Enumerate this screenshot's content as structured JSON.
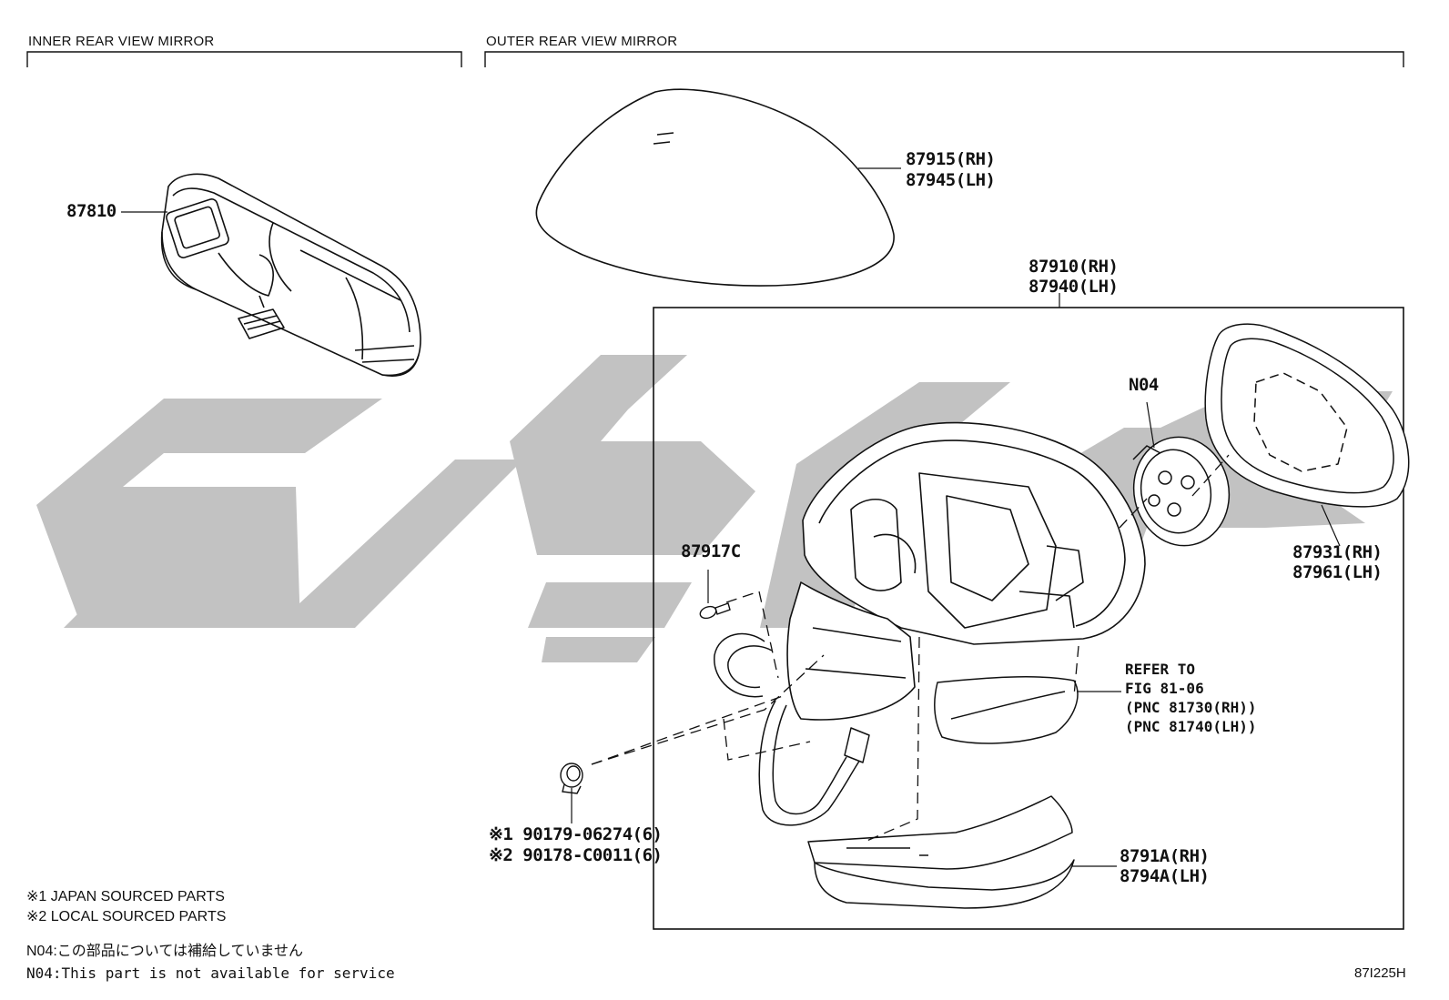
{
  "sections": {
    "inner": "INNER REAR VIEW MIRROR",
    "outer": "OUTER REAR VIEW MIRROR"
  },
  "parts": {
    "p87810": "87810",
    "p87915": "87915(RH)",
    "p87945": "87945(LH)",
    "p87910": "87910(RH)",
    "p87940": "87940(LH)",
    "pN04": "N04",
    "p87931": "87931(RH)",
    "p87961": "87961(LH)",
    "p87917C": "87917C",
    "pClip1": "※1 90179-06274(6)",
    "pClip2": "※2 90178-C0011(6)",
    "p8791A": "8791A(RH)",
    "p8794A": "8794A(LH)",
    "refer": "REFER TO\nFIG 81-06\n(PNC 81730(RH))\n(PNC 81740(LH))"
  },
  "notes": {
    "japan": "※1 JAPAN SOURCED PARTS",
    "local": "※2 LOCAL SOURCED PARTS",
    "n04_jp": "N04:この部品については補給していません",
    "n04_en": "N04:This part is not available for service"
  },
  "figure_code": "87I225H",
  "colors": {
    "ink": "#111111",
    "watermark": "#bdbdbd"
  }
}
